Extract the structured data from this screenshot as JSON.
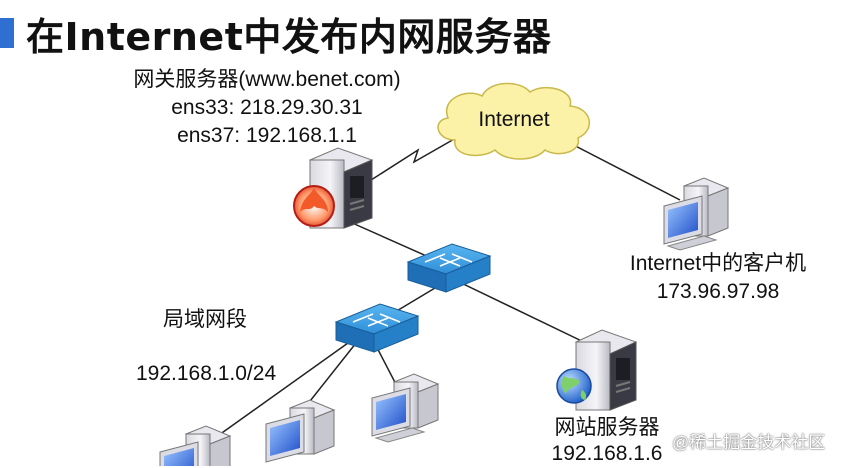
{
  "title": "在Internet中发布内网服务器",
  "gateway": {
    "name": "网关服务器(www.benet.com)",
    "ens33": "ens33: 218.29.30.31",
    "ens37": "ens37: 192.168.1.1"
  },
  "internet_label": "Internet",
  "client": {
    "name": "Internet中的客户机",
    "ip": "173.96.97.98"
  },
  "lan": {
    "name": "局域网段",
    "subnet": "192.168.1.0/24"
  },
  "web_server": {
    "name": "网站服务器",
    "ip": "192.168.1.6"
  },
  "watermark": "@稀土掘金技术社区",
  "colors": {
    "accent": "#2f6fd1",
    "cloud": "#fbf2a8",
    "switch": "#2f8fd8",
    "firewall": "#e0301e"
  }
}
